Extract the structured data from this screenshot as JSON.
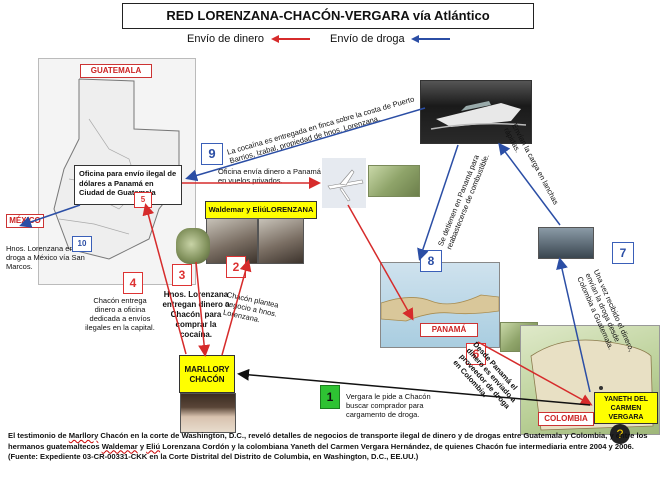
{
  "title": "RED LORENZANA-CHACÓN-VERGARA vía Atlántico",
  "legend": {
    "money": "Envío de dinero",
    "drugs": "Envío de droga",
    "money_color": "#d62b2b",
    "drug_color": "#2b4ea5"
  },
  "countries": {
    "guatemala": "GUATEMALA",
    "mexico": "MÉXICO",
    "panama": "PANAMÁ",
    "colombia": "COLOMBIA"
  },
  "boxes": {
    "office": "Oficina para envío ilegal de dólares a Panamá en Ciudad de Guatemala",
    "lorenzana": "Waldemar y EliúLORENZANA",
    "marllory": "MARLLORY CHACÓN",
    "yaneth": "YANETH DEL CARMEN VERGARA"
  },
  "steps": {
    "s1": "1",
    "s2": "2",
    "s3": "3",
    "s4": "4",
    "s5": "5",
    "s6": "6",
    "s7": "7",
    "s8": "8",
    "s9": "9",
    "s10": "10"
  },
  "notes": {
    "n9": "La cocaína es entregada en finca sobre la costa de Puerto Barrios, Izabal, propiedad de hnos. Lorenzana.",
    "office_send": "Oficina envía dinero a Panamá en vuelos privados.",
    "mexico_note": "Hnos. Lorenzana envían droga a México vía San Marcos.",
    "n4": "Chacón entrega dinero a oficina dedicada a envíos ilegales en la capital.",
    "n3": "Hnos. Lorenzana entregan dinero a Chacón, para comprar la cocaína.",
    "n2": "Chacón plantea negocio a hnos. Lorenzana.",
    "n1": "Vergara le pide a Chacón buscar comprador para cargamento de droga.",
    "n8": "Se detienen en Panamá para reabastecerse de combustible.",
    "n_boats": "Envían la carga en lanchas rápidas.",
    "n7": "Una vez recibido el dinero, envían la droga desde Colombia a Guatemala.",
    "n6": "Desde Panamá el dinero es enviado a proveedor de droga en Colombia."
  },
  "bottom_text": {
    "part1": "El testimonio de ",
    "name1": "Marllory",
    "part2": " Chacón en la corte de Washington, D.C., reveló detalles de negocios de transporte ilegal de dinero y de drogas entre Guatemala y Colombia, y entre los hermanos guatemaltecos ",
    "name2": "Waldemar",
    "part3": " y ",
    "name3": "Eliú",
    "part4": " Lorenzana Cordón y la colombiana Yaneth del Carmen Vergara Hernández, de quienes Chacón fue intermediaria entre 2004 y 2006. (Fuente: Expediente 03-CR-00331-CKK en la Corte Distrital del Distrito de Columbia, en Washington, D.C., EE.UU.)"
  }
}
